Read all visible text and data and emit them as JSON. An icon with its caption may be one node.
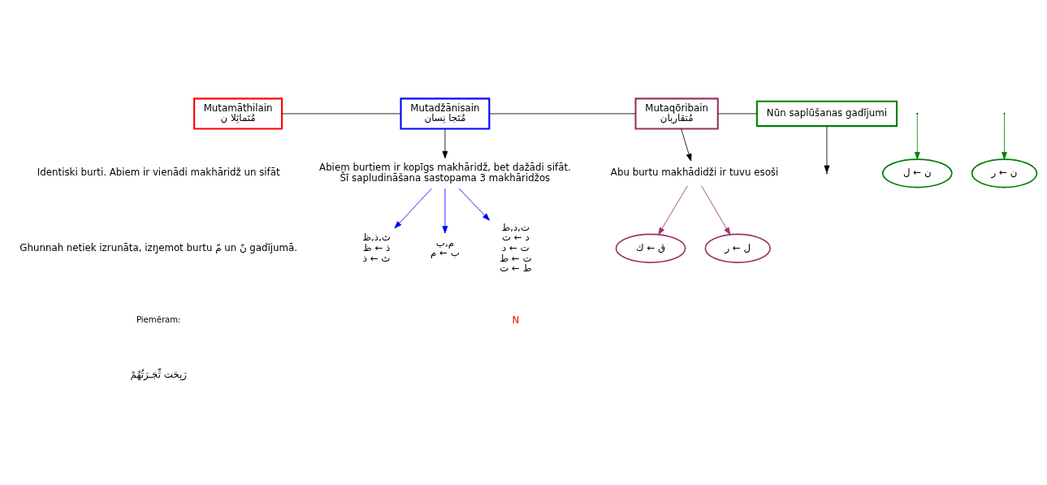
{
  "diagram": {
    "nodes": [
      {
        "text": [
          "Mutamāthilain",
          "مُتَماثِلا ن"
        ]
      },
      {
        "text": [
          "Mutadžānisain",
          "مُتَجا نِسان"
        ]
      },
      {
        "text": [
          "Mutaqōribain",
          "مُتقاربان"
        ]
      },
      {
        "text": [
          "Nūn saplūšanas gadījumi"
        ]
      },
      {
        "text": [
          "Abiem burtiem ir kopīgs makhāridž, bet dažādi sifāt.",
          "Šī sapludināšana sastopama 3 makhāridžos"
        ]
      },
      {
        "text": [
          "Abu burtu makhādidži ir tuvu esoši"
        ]
      },
      {
        "text": [
          "ث,ذ,ظ",
          "ذ ← ظ",
          "ث ← ذ"
        ]
      },
      {
        "text": [
          "م,ب",
          "ب ← م"
        ]
      },
      {
        "text": [
          "ت,د,ط",
          "د ← ت",
          "ت ← د",
          "ت ← ط",
          "ط ← ت"
        ]
      },
      {
        "text": [
          "ق ← ك"
        ]
      },
      {
        "text": [
          "ل ← ر"
        ]
      },
      {
        "text": [
          "ن ← ل"
        ]
      },
      {
        "text": [
          "ن ← ر"
        ]
      }
    ],
    "edges": [
      {
        "from": 0,
        "to": 1,
        "arrow": "none"
      },
      {
        "from": 1,
        "to": 2,
        "arrow": "none"
      },
      {
        "from": 2,
        "to": 3,
        "arrow": "none"
      },
      {
        "from": 1,
        "to": 4,
        "arrow": "to"
      },
      {
        "from": 2,
        "to": 5,
        "arrow": "to"
      },
      {
        "from": 3,
        "to": null,
        "arrow": "to"
      },
      {
        "from": 4,
        "to": 6,
        "arrow": "to",
        "color": "#0000ff"
      },
      {
        "from": 4,
        "to": 7,
        "arrow": "to",
        "color": "#0000ff"
      },
      {
        "from": 4,
        "to": 8,
        "arrow": "to",
        "color": "#0000ff"
      },
      {
        "from": 5,
        "to": 9,
        "arrow": "to",
        "color": "#993366"
      },
      {
        "from": 5,
        "to": 10,
        "arrow": "to",
        "color": "#993366"
      },
      {
        "from": null,
        "to": 11,
        "arrow": "to",
        "color": "#008000"
      },
      {
        "from": null,
        "to": 12,
        "arrow": "to",
        "color": "#008000"
      }
    ],
    "labels": [
      "Identiski burti. Abiem ir vienādi makhāridž un sifāt",
      "Ghunnah netiek izrunāta, izŋemot burtu مّ un نّ gadījumā.",
      "Piemēram:",
      "رَبِحَت تِّجَـرَتُهُمْ",
      "N"
    ]
  }
}
